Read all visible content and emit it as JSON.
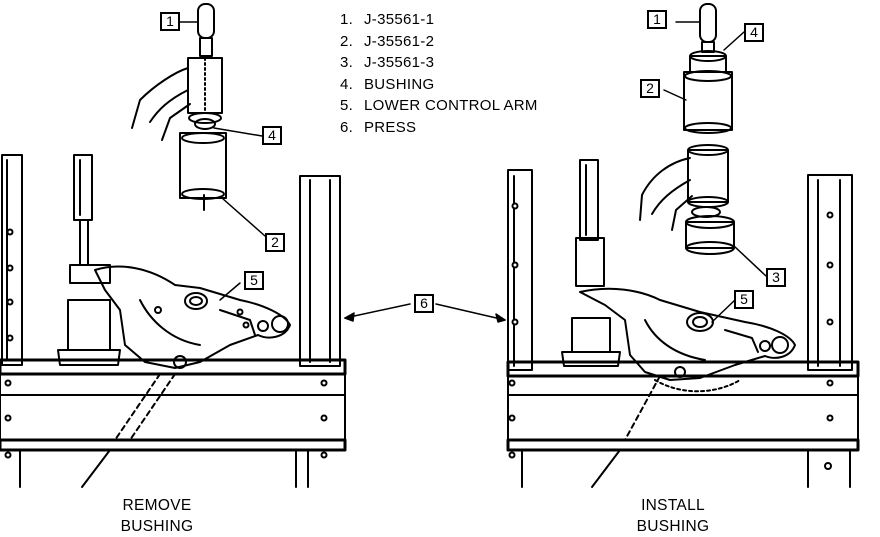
{
  "legend": [
    {
      "num": "1.",
      "text": "J-35561-1"
    },
    {
      "num": "2.",
      "text": "J-35561-2"
    },
    {
      "num": "3.",
      "text": "J-35561-3"
    },
    {
      "num": "4.",
      "text": "BUSHING"
    },
    {
      "num": "5.",
      "text": "LOWER CONTROL ARM"
    },
    {
      "num": "6.",
      "text": "PRESS"
    }
  ],
  "captions": {
    "left_line1": "REMOVE",
    "left_line2": "BUSHING",
    "right_line1": "INSTALL",
    "right_line2": "BUSHING"
  },
  "callouts": {
    "c1": "1",
    "c4": "4",
    "c2": "2",
    "c5": "5",
    "c6": "6",
    "c1r": "1",
    "c4r": "4",
    "c2r": "2",
    "c3r": "3",
    "c5r": "5"
  }
}
